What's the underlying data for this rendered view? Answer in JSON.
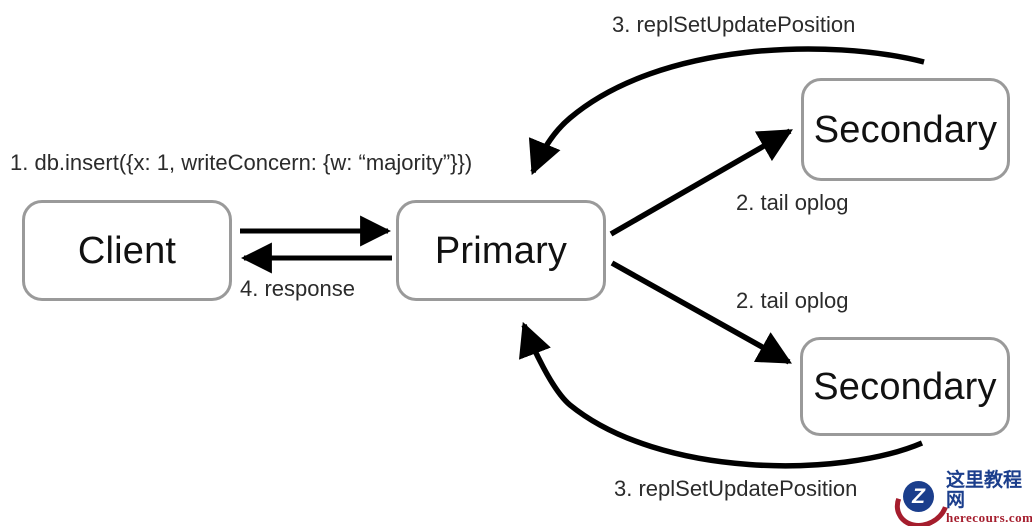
{
  "diagram": {
    "title_alt": "MongoDB replica set write concern majority flow",
    "background_color": "#ffffff",
    "node_border_color": "#9a9a9a",
    "edge_color": "#000000",
    "text_color": "#2b2b2b",
    "nodes": [
      {
        "id": "client",
        "label": "Client"
      },
      {
        "id": "primary",
        "label": "Primary"
      },
      {
        "id": "secondary_top",
        "label": "Secondary"
      },
      {
        "id": "secondary_bottom",
        "label": "Secondary"
      }
    ],
    "edge_labels": {
      "insert": "1. db.insert({x: 1, writeConcern: {w: “majority”}})",
      "response": "4. response",
      "repl_set_update_position_top": "3. replSetUpdatePosition",
      "repl_set_update_position_bottom": "3. replSetUpdatePosition",
      "tail_oplog_top": "2. tail oplog",
      "tail_oplog_bottom": "2. tail oplog"
    }
  },
  "watermark": {
    "glyph": "Z",
    "site_name_cn": "这里教程网",
    "site_url": "herecours.com",
    "brand_blue": "#1b3e8c",
    "brand_red": "#a51d2d"
  }
}
